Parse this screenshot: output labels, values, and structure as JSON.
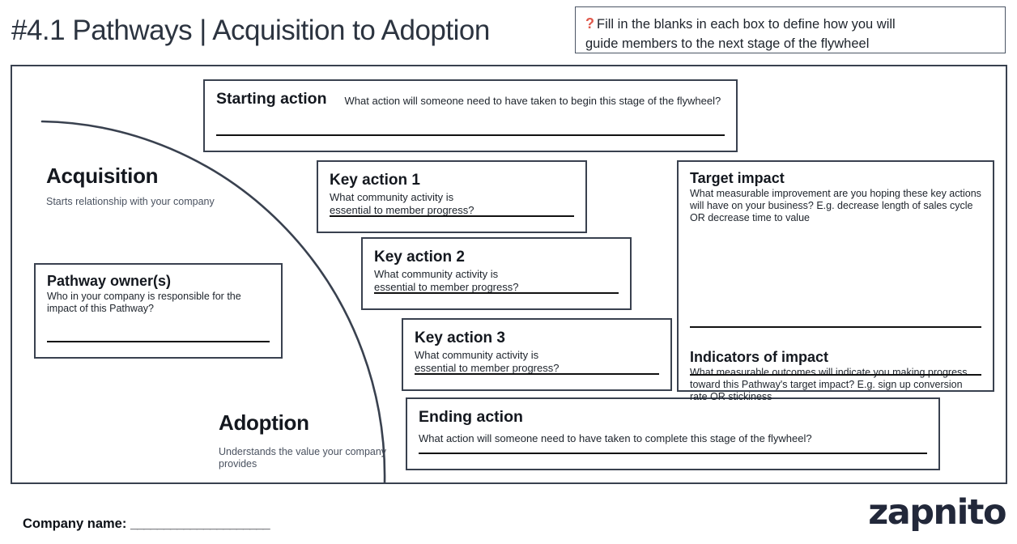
{
  "header": {
    "title": "#4.1 Pathways | Acquisition to Adoption",
    "note_icon": "question-mark-icon",
    "note_line1": "Fill in the blanks in each box to define how you will",
    "note_line2": "guide members to the next stage of the flywheel",
    "note_accent_color": "#e0594c"
  },
  "colors": {
    "frame": "#39414f",
    "title": "#2c3440",
    "accent": "#e0594c",
    "brand": "#22283a",
    "muted_text": "#4a5260"
  },
  "stages": [
    {
      "name": "Acquisition",
      "description": "Starts relationship with your company"
    },
    {
      "name": "Adoption",
      "description": "Understands the value your company provides"
    }
  ],
  "boxes": {
    "starting_action": {
      "title": "Starting action",
      "prompt": "What action will someone need to have taken to begin this stage of the flywheel?",
      "value": ""
    },
    "key_action_1": {
      "title": "Key action 1",
      "prompt": "What community activity is essential to member progress?",
      "value": ""
    },
    "key_action_2": {
      "title": "Key action 2",
      "prompt": "What community activity is essential to member progress?",
      "value": ""
    },
    "key_action_3": {
      "title": "Key action 3",
      "prompt": "What community activity is essential to member progress?",
      "value": ""
    },
    "ending_action": {
      "title": "Ending action",
      "prompt": "What action will someone need to have taken to complete this stage of the flywheel?",
      "value": ""
    },
    "pathway_owners": {
      "title": "Pathway owner(s)",
      "prompt": "Who in your company is responsible for the impact of this Pathway?",
      "value": ""
    },
    "target_impact": {
      "title": "Target impact",
      "prompt": "What measurable improvement are you hoping these key actions will have on your business? E.g. decrease length of sales cycle OR decrease time to value",
      "value": ""
    },
    "indicators_of_impact": {
      "title": "Indicators of impact",
      "prompt": "What measurable outcomes will indicate you making progress toward this Pathway's target impact? E.g. sign up conversion rate OR stickiness",
      "value": ""
    }
  },
  "footer": {
    "company_label": "Company name:",
    "company_blank": "_____________________",
    "brand": "zapnito"
  }
}
